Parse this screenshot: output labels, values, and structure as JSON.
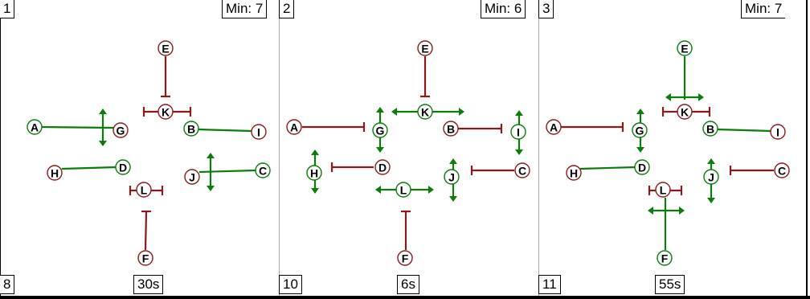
{
  "colors": {
    "green": "#0a7d0a",
    "red": "#8b1a1a",
    "divider": "#aaaaaa"
  },
  "panels": [
    {
      "index_label": "1",
      "min_label": "Min: 7",
      "score_label": "8",
      "time_label": "30s",
      "nodes": [
        {
          "id": "E",
          "color": "red"
        },
        {
          "id": "K",
          "color": "red"
        },
        {
          "id": "A",
          "color": "green"
        },
        {
          "id": "G",
          "color": "red"
        },
        {
          "id": "B",
          "color": "green"
        },
        {
          "id": "I",
          "color": "red"
        },
        {
          "id": "H",
          "color": "red"
        },
        {
          "id": "D",
          "color": "green"
        },
        {
          "id": "J",
          "color": "red"
        },
        {
          "id": "C",
          "color": "green"
        },
        {
          "id": "L",
          "color": "red"
        },
        {
          "id": "F",
          "color": "red"
        }
      ]
    },
    {
      "index_label": "2",
      "min_label": "Min: 6",
      "score_label": "10",
      "time_label": "6s",
      "nodes": [
        {
          "id": "E",
          "color": "red"
        },
        {
          "id": "K",
          "color": "green"
        },
        {
          "id": "A",
          "color": "red"
        },
        {
          "id": "G",
          "color": "green"
        },
        {
          "id": "B",
          "color": "red"
        },
        {
          "id": "I",
          "color": "green"
        },
        {
          "id": "H",
          "color": "green"
        },
        {
          "id": "D",
          "color": "red"
        },
        {
          "id": "J",
          "color": "green"
        },
        {
          "id": "C",
          "color": "red"
        },
        {
          "id": "L",
          "color": "green"
        },
        {
          "id": "F",
          "color": "red"
        }
      ]
    },
    {
      "index_label": "3",
      "min_label": "Min: 7",
      "score_label": "11",
      "time_label": "55s",
      "nodes": [
        {
          "id": "E",
          "color": "green"
        },
        {
          "id": "K",
          "color": "red"
        },
        {
          "id": "A",
          "color": "red"
        },
        {
          "id": "G",
          "color": "green"
        },
        {
          "id": "B",
          "color": "green"
        },
        {
          "id": "I",
          "color": "red"
        },
        {
          "id": "H",
          "color": "red"
        },
        {
          "id": "D",
          "color": "green"
        },
        {
          "id": "J",
          "color": "green"
        },
        {
          "id": "C",
          "color": "red"
        },
        {
          "id": "L",
          "color": "red"
        },
        {
          "id": "F",
          "color": "green"
        }
      ]
    }
  ]
}
